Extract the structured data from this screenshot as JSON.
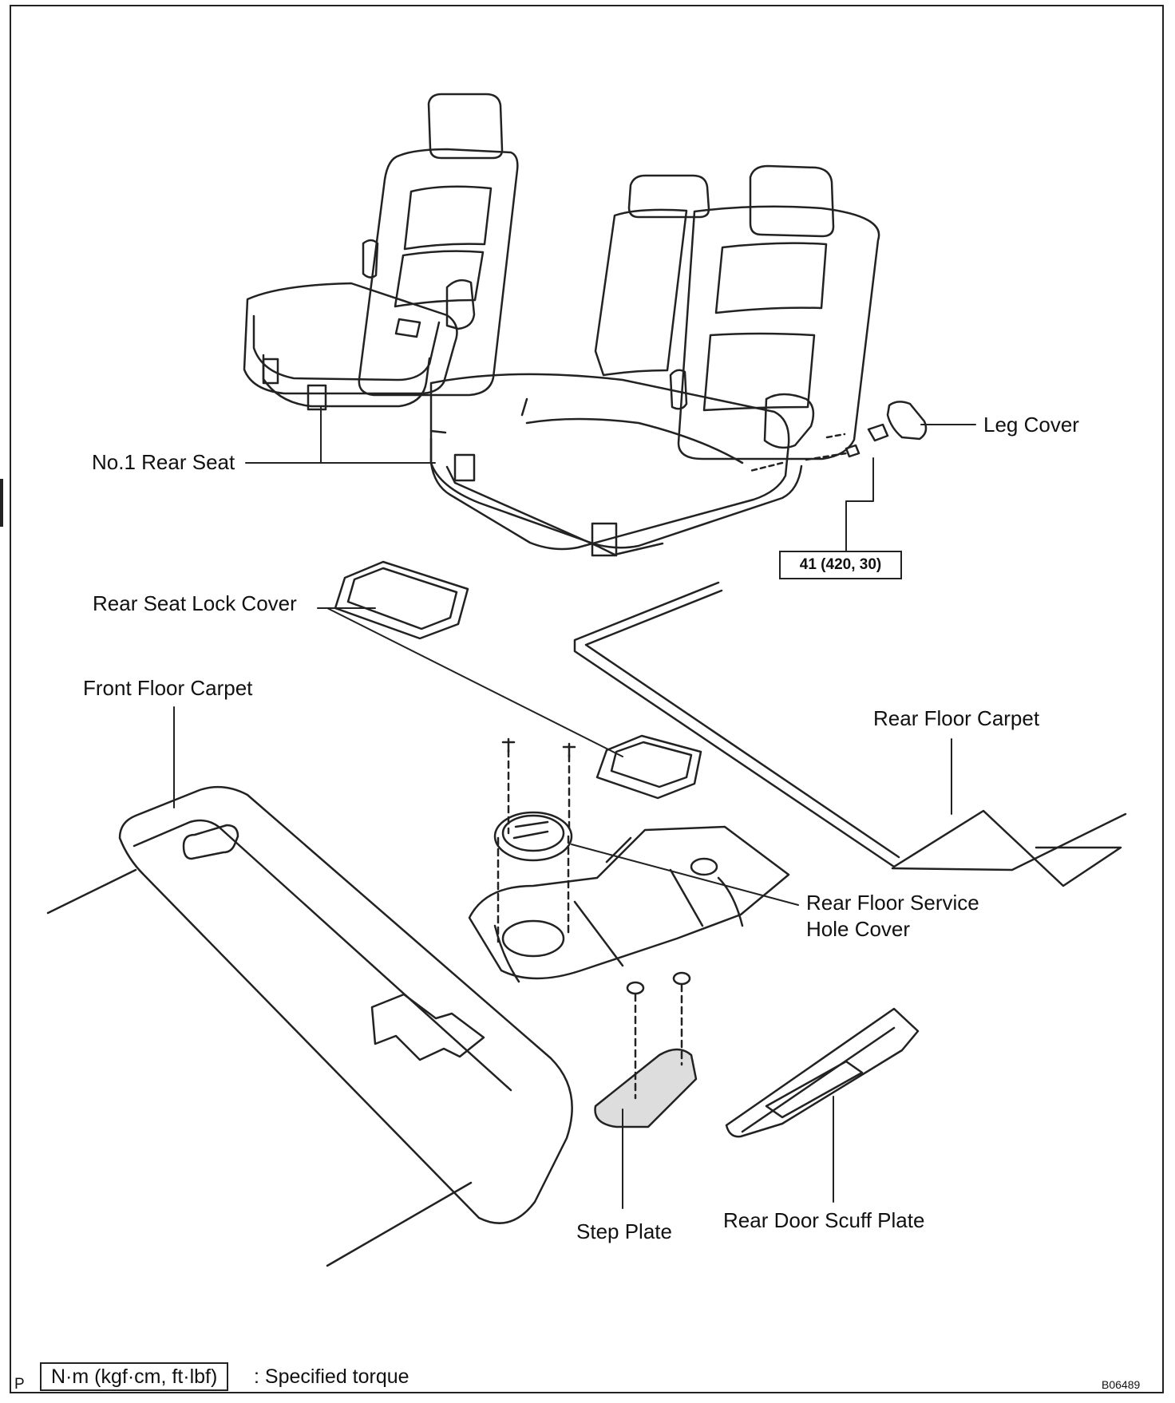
{
  "labels": {
    "no1_rear_seat": "No.1 Rear Seat",
    "leg_cover": "Leg Cover",
    "rear_seat_lock_cover": "Rear Seat Lock Cover",
    "front_floor_carpet": "Front Floor Carpet",
    "rear_floor_carpet": "Rear Floor Carpet",
    "rear_floor_service_hole_cover_line1": "Rear Floor Service",
    "rear_floor_service_hole_cover_line2": "Hole Cover",
    "step_plate": "Step Plate",
    "rear_door_scuff_plate": "Rear Door Scuff Plate"
  },
  "torque": {
    "value": "41 (420, 30)"
  },
  "legend": {
    "unit": "N·m (kgf·cm, ft·lbf)",
    "description": ": Specified torque"
  },
  "corner_mark": "P",
  "figure_id": "B06489"
}
